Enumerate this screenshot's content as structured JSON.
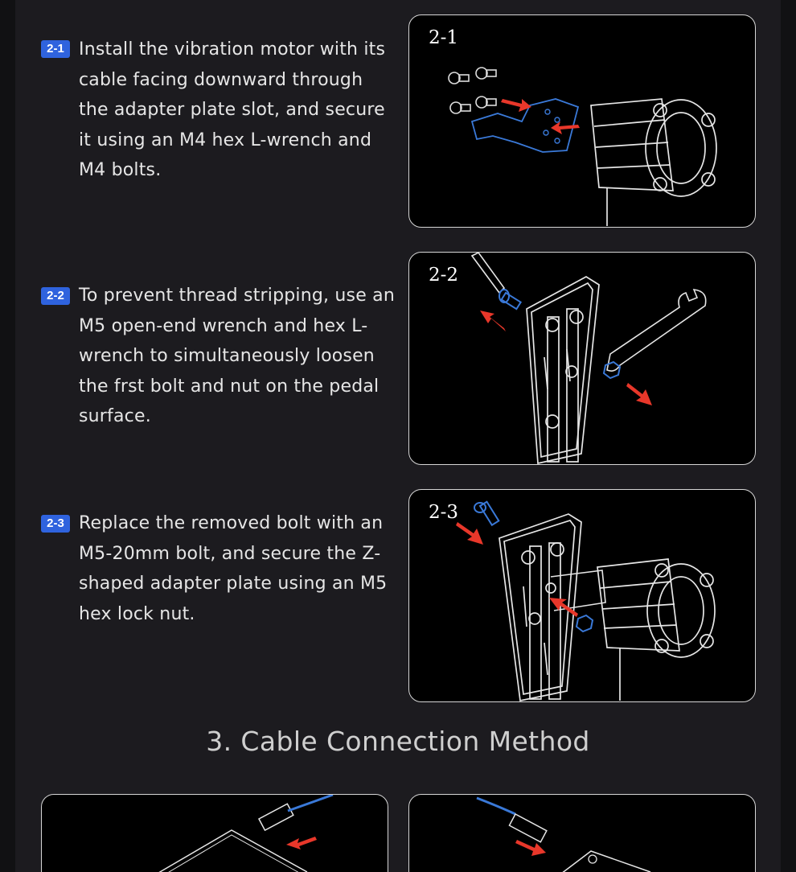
{
  "steps": [
    {
      "badge": "2-1",
      "text": "Install the vibration motor with its cable facing downward through the adapter plate slot, and secure it using an M4 hex L-wrench and M4 bolts.",
      "image_label": "2-1"
    },
    {
      "badge": "2-2",
      "text": "To prevent thread stripping, use an M5 open-end wrench and hex L-wrench to simultaneously loosen the frst bolt and nut on the pedal surface.",
      "image_label": "2-2"
    },
    {
      "badge": "2-3",
      "text": "Replace the removed bolt with an M5-20mm bolt, and secure the Z-shaped adapter plate using an M5 hex lock nut.",
      "image_label": "2-3"
    }
  ],
  "section": {
    "title": "3. Cable Connection Method"
  },
  "colors": {
    "accent": "#2f63de",
    "arrow": "#e8372a",
    "bolt": "#3a79d8",
    "background": "#1c1b1f",
    "card": "#000000"
  },
  "icons": [
    "red-arrow-icon",
    "bolt-icon",
    "hex-wrench-icon",
    "open-end-wrench-icon"
  ]
}
